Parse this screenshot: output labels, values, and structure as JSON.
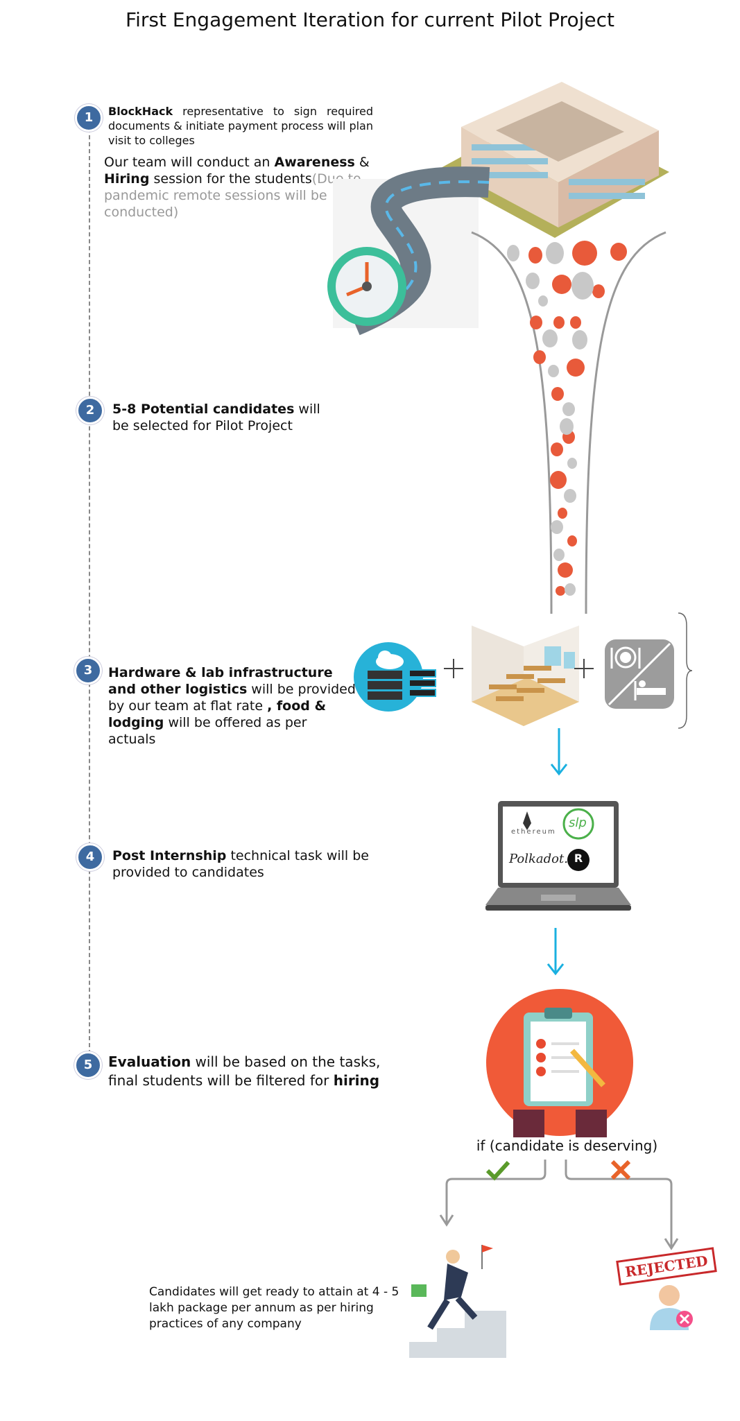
{
  "title": "First Engagement Iteration for current Pilot Project",
  "steps": [
    {
      "number": "1",
      "a_bold": "BlockHack",
      "a_rest": " representative to sign required documents & initiate payment process will plan visit to colleges",
      "b_pre": "Our team  will conduct an ",
      "b_bold1": "Awareness",
      "b_mid": " & ",
      "b_bold2": "Hiring",
      "b_post": " session for the students",
      "b_note": "(Due to pandemic remote sessions will be conducted)"
    },
    {
      "number": "2",
      "bold": "5-8 Potential candidates",
      "rest": " will be selected for Pilot Project"
    },
    {
      "number": "3",
      "bold1": "Hardware & lab infrastructure and other logistics",
      "mid": " will be provided by our team at flat rate ",
      "bold2": ", food & lodging",
      "post": " will be offered as per actuals"
    },
    {
      "number": "4",
      "bold": "Post Internship",
      "rest": " technical task will be provided to candidates"
    },
    {
      "number": "5",
      "bold1": "Evaluation",
      "mid": " will be based on the tasks, final students will be filtered for ",
      "bold2": "hiring"
    }
  ],
  "laptop_logos": {
    "ethereum": "ethereum",
    "slp": "slp",
    "polkadot": "Polkadot.",
    "rust": "R"
  },
  "decision": "if (candidate is deserving)",
  "outcome_text": "Candidates will get ready to attain at 4 - 5 lakh package per annum as per hiring practices of any company",
  "rejected_stamp": "REJECTED",
  "colors": {
    "step_circle": "#3e6aa0",
    "arrow_blue": "#1ab0e0",
    "funnel_orange": "#e85a3a",
    "check_green": "#5a9a2a",
    "cross_orange": "#e8632a",
    "evaluation_red": "#f05a38"
  }
}
